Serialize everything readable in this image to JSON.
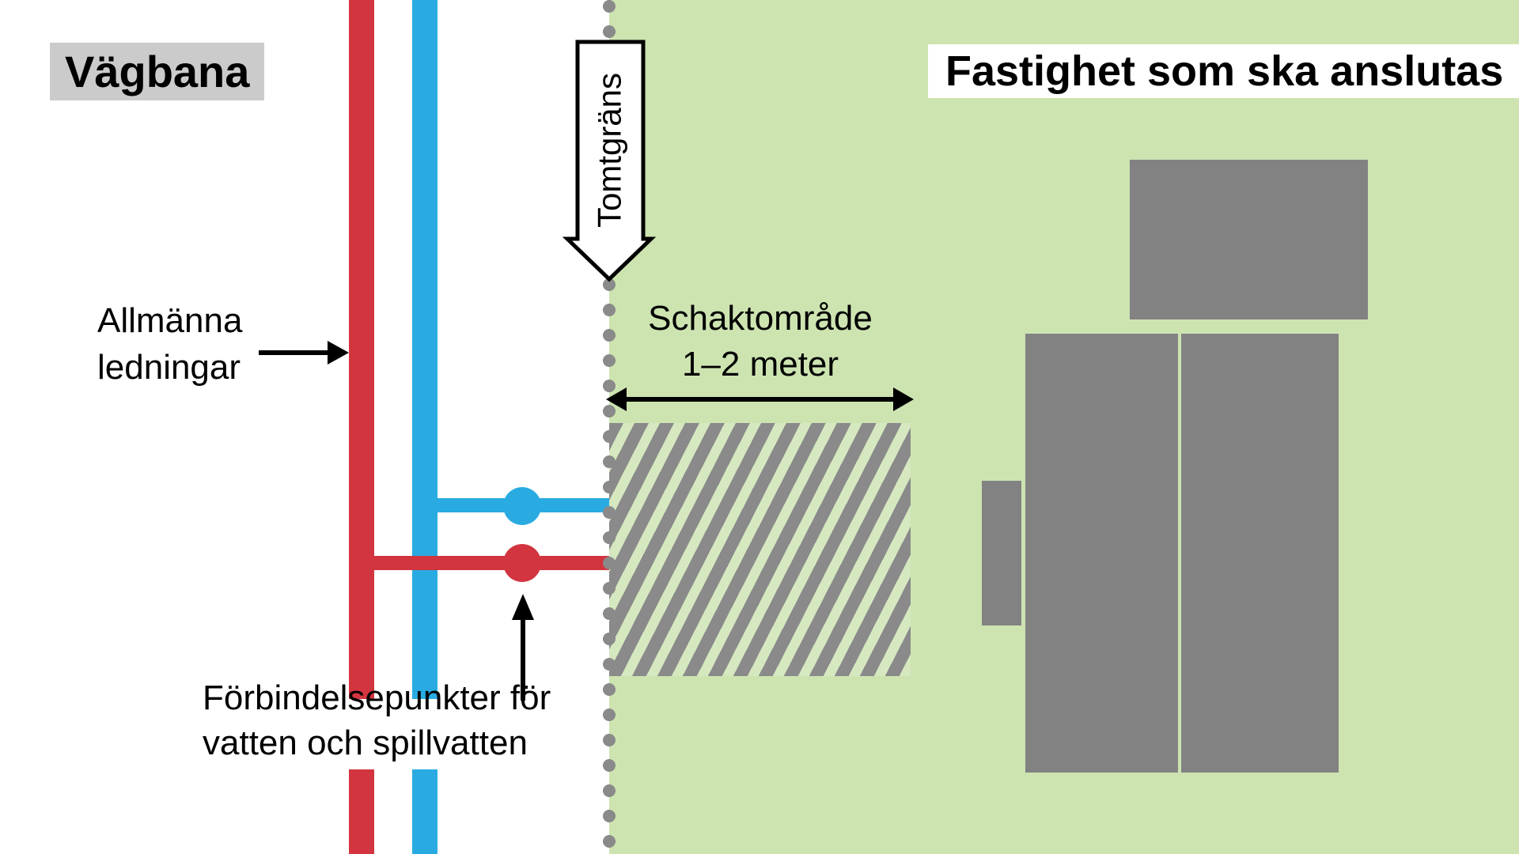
{
  "road": {
    "label": "Vägbana"
  },
  "property": {
    "title": "Fastighet som ska anslutas"
  },
  "public_pipes": {
    "label_line1": "Allmänna",
    "label_line2": "ledningar"
  },
  "boundary": {
    "label": "Tomtgräns"
  },
  "excavation": {
    "label_line1": "Schaktområde",
    "label_line2": "1–2 meter"
  },
  "connection_points": {
    "label_line1": "Förbindelsepunkter för",
    "label_line2": "vatten och spillvatten"
  },
  "colors": {
    "water_blue": "#29abe2",
    "sewage_red": "#d2353f",
    "property_green": "#cde4b1",
    "hatch_gray": "#8a8a8a",
    "hatch_gap_green": "#d6e8c0",
    "building_gray": "#828282",
    "boundary_dot_gray": "#8a8a8a",
    "road_label_bg": "#cbcbcb",
    "text": "#000000"
  }
}
